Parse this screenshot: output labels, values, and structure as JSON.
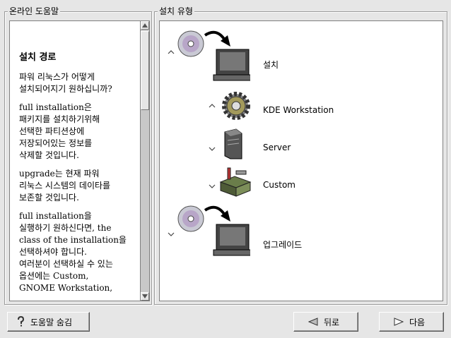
{
  "help": {
    "legend": "온라인 도움말",
    "title": "설치 경로",
    "paragraphs": [
      "파워 리눅스가 어떻게\n설치되어지기 원하십니까?",
      "full installation은\n패키지를 설치하기위해\n선택한 파티션상에\n저장되어있는 정보를\n삭제할 것입니다.",
      "upgrade는 현재 파워\n리눅스 시스템의 데이타를\n보존할 것입니다.",
      "full installation을\n실행하기 원하신다면, the\nclass of the installation을\n선택하셔야 합니다.\n여러분이 선택하실 수 있는\n옵션에는 Custom,\nGNOME Workstation,"
    ]
  },
  "install_type": {
    "legend": "설치 유형",
    "items": [
      {
        "label": "설치",
        "icon": "install-icon",
        "expander": "up"
      },
      {
        "label": "KDE Workstation",
        "icon": "gear-icon",
        "expander": "up"
      },
      {
        "label": "Server",
        "icon": "server-icon",
        "expander": "down"
      },
      {
        "label": "Custom",
        "icon": "toolbox-icon",
        "expander": "down"
      },
      {
        "label": "업그레이드",
        "icon": "upgrade-icon",
        "expander": "down"
      }
    ]
  },
  "buttons": {
    "hide_help": "도움말 숨김",
    "back": "뒤로",
    "next": "다음"
  }
}
